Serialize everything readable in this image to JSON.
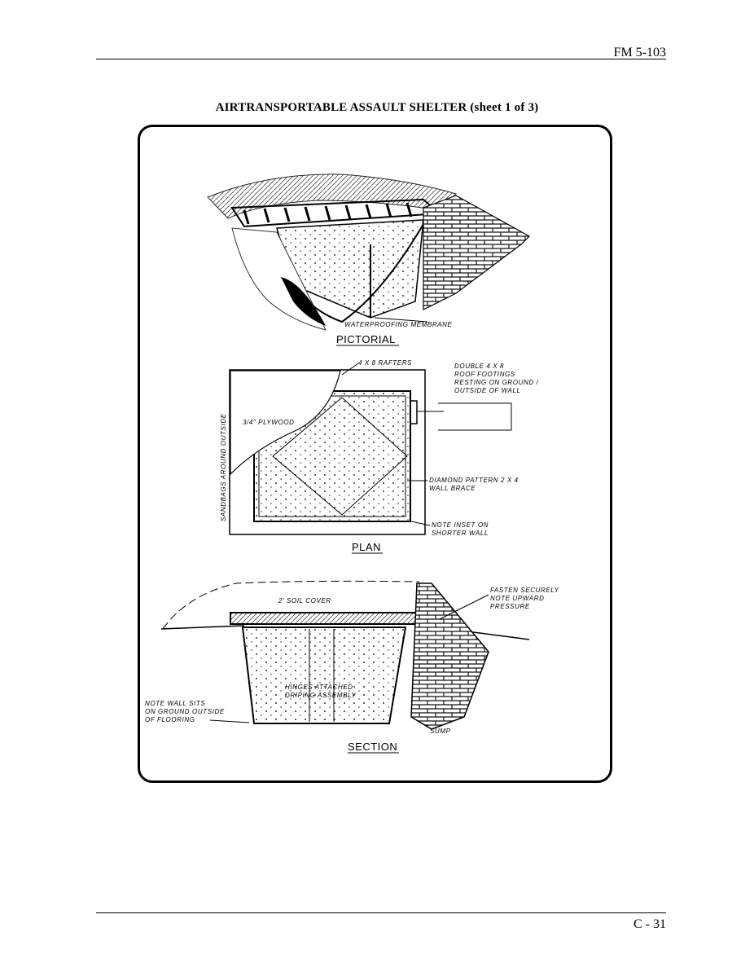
{
  "header": {
    "doc_id": "FM 5-103"
  },
  "figure": {
    "title": "AIRTRANSPORTABLE ASSAULT SHELTER (sheet 1 of 3)",
    "pictorial": {
      "caption": "PICTORIAL",
      "labels": {
        "membrane": "WATERPROOFING MEMBRANE"
      }
    },
    "plan": {
      "caption": "PLAN",
      "labels": {
        "rafters": "4 X 8 RAFTERS",
        "footings_1": "DOUBLE 4 X 8",
        "footings_2": "ROOF FOOTINGS",
        "footings_3": "RESTING ON GROUND /",
        "footings_4": "OUTSIDE OF WALL",
        "plywood": "3/4\" PLYWOOD",
        "sandbags": "SANDBAGS AROUND OUTSIDE",
        "brace_1": "DIAMOND PATTERN 2 X 4",
        "brace_2": "WALL BRACE",
        "inset_1": "NOTE INSET ON",
        "inset_2": "SHORTER WALL"
      }
    },
    "section": {
      "caption": "SECTION",
      "labels": {
        "soil": "2' SOIL COVER",
        "fasten_1": "FASTEN SECURELY",
        "fasten_2": "NOTE UPWARD",
        "fasten_3": "PRESSURE",
        "hinges_1": "HINGES ATTACHED",
        "hinges_2": "DRIPING ASSEMBLY",
        "wall_1": "NOTE WALL SITS",
        "wall_2": "ON GROUND OUTSIDE",
        "wall_3": "OF FLOORING",
        "sump": "SUMP"
      }
    }
  },
  "footer": {
    "page_number": "C - 31"
  }
}
